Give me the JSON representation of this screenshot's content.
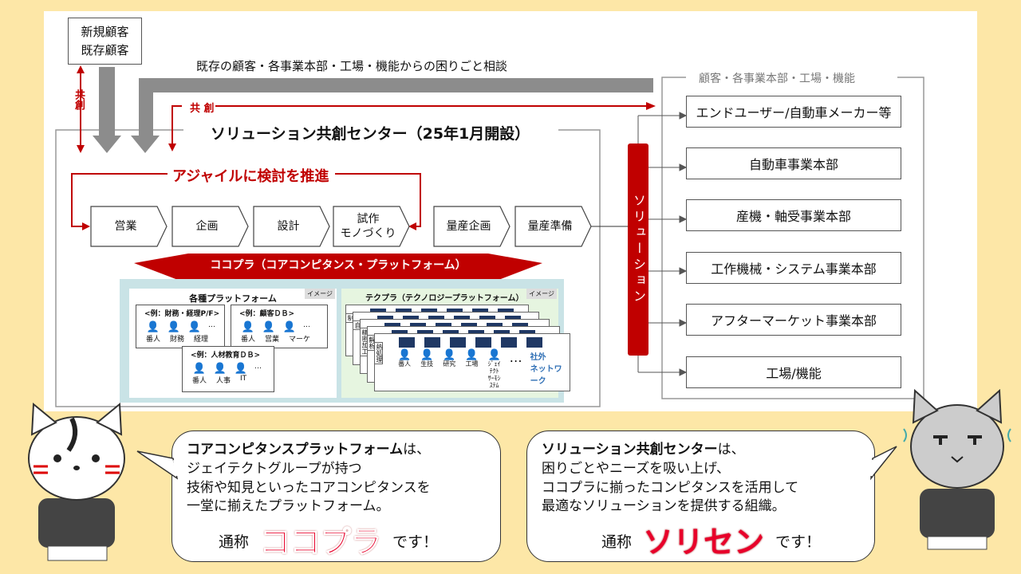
{
  "customer_box": {
    "line1": "新規顧客",
    "line2": "既存顧客"
  },
  "kyoso_vertical": "共創",
  "kyoso_horizontal": "共 創",
  "consult_label": "既存の顧客・各事業本部・工場・機能からの困りごと相談",
  "center_title": "ソリューション共創センター（25年1月開設）",
  "agile_label": "アジャイルに検討を推進",
  "process": [
    "営業",
    "企画",
    "設計",
    "試作\nモノづくり",
    "量産企画",
    "量産準備"
  ],
  "kokopura_banner": "ココプラ（コアコンピタンス・プラットフォーム）",
  "platforms": {
    "left_title": "各種プラットフォーム",
    "image_tag": "イメージ",
    "examples": [
      {
        "title": "<例：財務・経理P/F>",
        "people": [
          "番人",
          "財務",
          "経理"
        ]
      },
      {
        "title": "<例：顧客ＤＢ>",
        "people": [
          "番人",
          "営業",
          "マーケ"
        ]
      },
      {
        "title": "<例：人材教育ＤＢ>",
        "people": [
          "番人",
          "人事",
          "IT"
        ]
      }
    ],
    "ellipsis": "…",
    "right_title": "テクプラ（テクノロジープラットフォーム）",
    "stack_tabs": [
      "制",
      "自",
      "精密加工",
      "解析",
      "熱処理"
    ],
    "tech_people": [
      "番人",
      "生技",
      "研究",
      "工場",
      "ｼﾞｪｲﾃｸﾄ\nｻｰﾓｼｽﾃﾑ"
    ],
    "external": "社外\nネットワーク"
  },
  "solution_bar": "ソリューション",
  "right_panel": {
    "title": "顧客・各事業本部・工場・機能",
    "items": [
      "エンドユーザー/自動車メーカー等",
      "自動車事業本部",
      "産機・軸受事業本部",
      "工作機械・システム事業本部",
      "アフターマーケット事業本部",
      "工場/機能"
    ]
  },
  "bubble_left": {
    "bold": "コアコンピタンスプラットフォーム",
    "rest": "は、",
    "lines": [
      "ジェイテクトグループが持つ",
      "技術や知見といったコアコンピタンスを",
      "一堂に揃えたプラットフォーム。"
    ],
    "prefix": "通称",
    "nickname": "ココプラ",
    "suffix": "です！"
  },
  "bubble_right": {
    "bold": "ソリューション共創センター",
    "rest": "は、",
    "lines": [
      "困りごとやニーズを吸い上げ、",
      "ココプラに揃ったコンピタンスを活用して",
      "最適なソリューションを提供する組織。"
    ],
    "prefix": "通称",
    "nickname": "ソリセン",
    "suffix": "です！"
  },
  "colors": {
    "background": "#fde7a7",
    "accent_red": "#c00000",
    "arrow_gray": "#8c8c8c",
    "platform_bg": "#c9e3e6",
    "tech_bg": "#e6f5e0"
  }
}
